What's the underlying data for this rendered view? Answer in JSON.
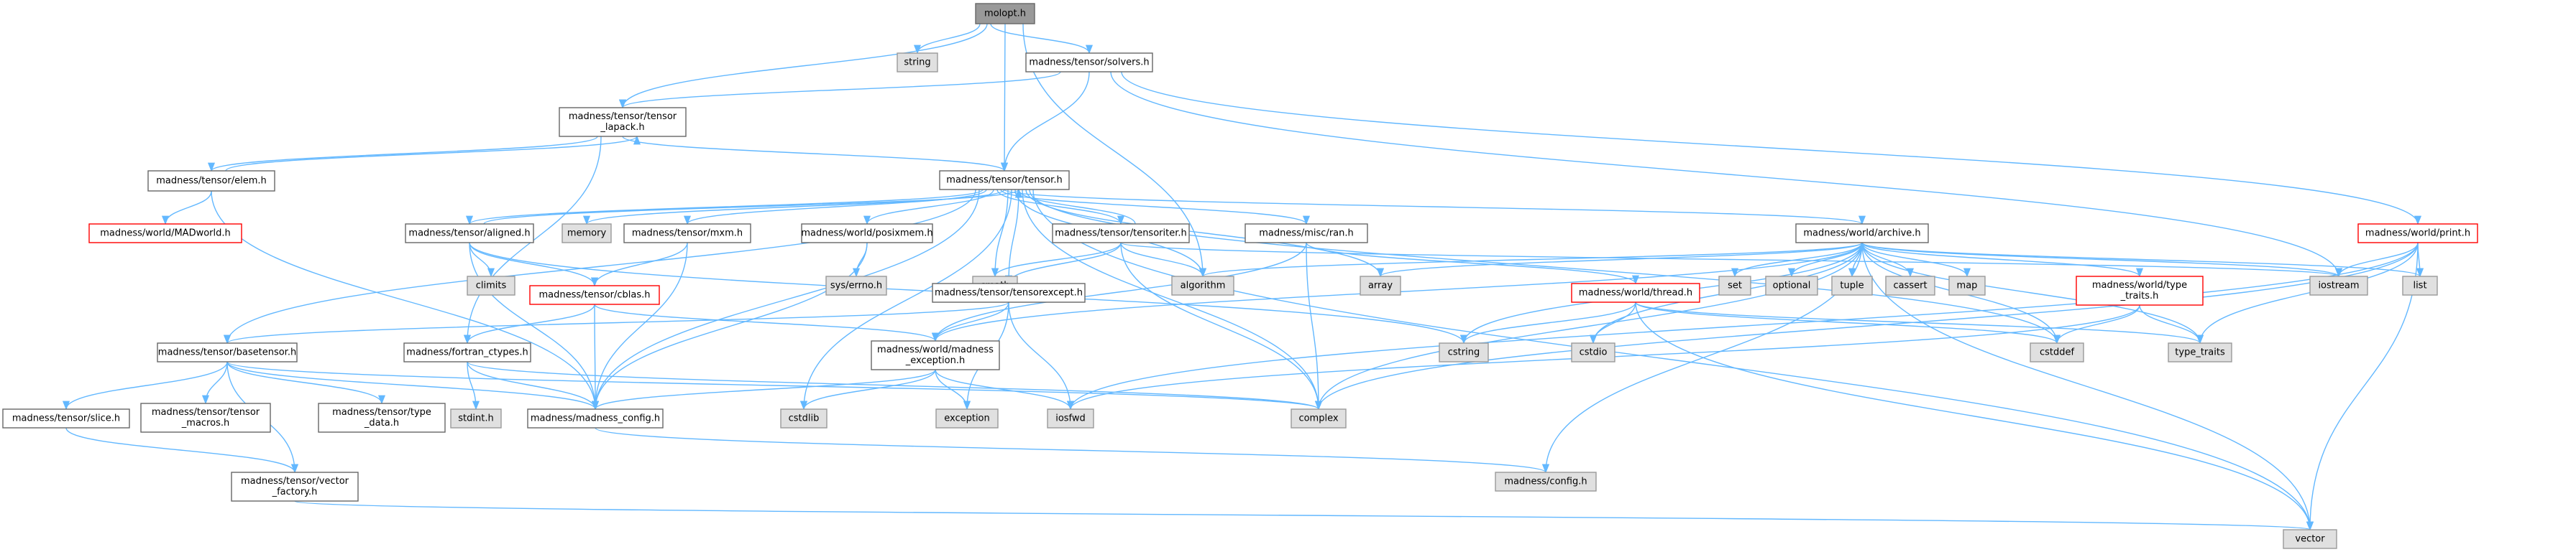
{
  "graph": {
    "type": "include-dependency-graph",
    "colors": {
      "edge": "#63b8ff",
      "node_fill": "#ffffff",
      "node_border": "#666666",
      "root_fill": "#999999",
      "root_border": "#666666",
      "external_fill": "#e0e0e0",
      "external_border": "#999999",
      "truncated_border": "#ff0000",
      "text": "#000000"
    },
    "nodes": [
      {
        "id": "molopt",
        "lines": [
          "molopt.h"
        ],
        "kind": "root"
      },
      {
        "id": "string",
        "lines": [
          "string"
        ],
        "kind": "external"
      },
      {
        "id": "solvers",
        "lines": [
          "madness/tensor/solvers.h"
        ],
        "kind": "normal"
      },
      {
        "id": "tlapack",
        "lines": [
          "madness/tensor/tensor",
          "_lapack.h"
        ],
        "kind": "normal"
      },
      {
        "id": "elem",
        "lines": [
          "madness/tensor/elem.h"
        ],
        "kind": "normal"
      },
      {
        "id": "madworld",
        "lines": [
          "madness/world/MADworld.h"
        ],
        "kind": "truncated"
      },
      {
        "id": "tensor",
        "lines": [
          "madness/tensor/tensor.h"
        ],
        "kind": "normal"
      },
      {
        "id": "aligned",
        "lines": [
          "madness/tensor/aligned.h"
        ],
        "kind": "normal"
      },
      {
        "id": "memory",
        "lines": [
          "memory"
        ],
        "kind": "external"
      },
      {
        "id": "mxm",
        "lines": [
          "madness/tensor/mxm.h"
        ],
        "kind": "normal"
      },
      {
        "id": "posixmem",
        "lines": [
          "madness/world/posixmem.h"
        ],
        "kind": "normal"
      },
      {
        "id": "tensoriter",
        "lines": [
          "madness/tensor/tensoriter.h"
        ],
        "kind": "normal"
      },
      {
        "id": "ran",
        "lines": [
          "madness/misc/ran.h"
        ],
        "kind": "normal"
      },
      {
        "id": "archive",
        "lines": [
          "madness/world/archive.h"
        ],
        "kind": "normal"
      },
      {
        "id": "print",
        "lines": [
          "madness/world/print.h"
        ],
        "kind": "truncated"
      },
      {
        "id": "climits",
        "lines": [
          "climits"
        ],
        "kind": "external"
      },
      {
        "id": "cblas",
        "lines": [
          "madness/tensor/cblas.h"
        ],
        "kind": "truncated"
      },
      {
        "id": "syserrno",
        "lines": [
          "sys/errno.h"
        ],
        "kind": "external"
      },
      {
        "id": "cmath",
        "lines": [
          "cmath"
        ],
        "kind": "external"
      },
      {
        "id": "algorithm",
        "lines": [
          "algorithm"
        ],
        "kind": "external"
      },
      {
        "id": "tensorexcept",
        "lines": [
          "madness/tensor/tensorexcept.h"
        ],
        "kind": "normal"
      },
      {
        "id": "array",
        "lines": [
          "array"
        ],
        "kind": "external"
      },
      {
        "id": "thread",
        "lines": [
          "madness/world/thread.h"
        ],
        "kind": "truncated"
      },
      {
        "id": "set",
        "lines": [
          "set"
        ],
        "kind": "external"
      },
      {
        "id": "optional",
        "lines": [
          "optional"
        ],
        "kind": "external"
      },
      {
        "id": "tuple",
        "lines": [
          "tuple"
        ],
        "kind": "external"
      },
      {
        "id": "cassert",
        "lines": [
          "cassert"
        ],
        "kind": "external"
      },
      {
        "id": "map",
        "lines": [
          "map"
        ],
        "kind": "external"
      },
      {
        "id": "typetraits_h",
        "lines": [
          "madness/world/type",
          "_traits.h"
        ],
        "kind": "truncated"
      },
      {
        "id": "iostream",
        "lines": [
          "iostream"
        ],
        "kind": "external"
      },
      {
        "id": "list",
        "lines": [
          "list"
        ],
        "kind": "external"
      },
      {
        "id": "basetensor",
        "lines": [
          "madness/tensor/basetensor.h"
        ],
        "kind": "normal"
      },
      {
        "id": "fortran",
        "lines": [
          "madness/fortran_ctypes.h"
        ],
        "kind": "normal"
      },
      {
        "id": "madexcept",
        "lines": [
          "madness/world/madness",
          "_exception.h"
        ],
        "kind": "normal"
      },
      {
        "id": "cstring",
        "lines": [
          "cstring"
        ],
        "kind": "external"
      },
      {
        "id": "cstdio",
        "lines": [
          "cstdio"
        ],
        "kind": "external"
      },
      {
        "id": "cstddef",
        "lines": [
          "cstddef"
        ],
        "kind": "external"
      },
      {
        "id": "type_traits",
        "lines": [
          "type_traits"
        ],
        "kind": "external"
      },
      {
        "id": "slice",
        "lines": [
          "madness/tensor/slice.h"
        ],
        "kind": "normal"
      },
      {
        "id": "tmacros",
        "lines": [
          "madness/tensor/tensor",
          "_macros.h"
        ],
        "kind": "normal"
      },
      {
        "id": "typedata",
        "lines": [
          "madness/tensor/type",
          "_data.h"
        ],
        "kind": "normal"
      },
      {
        "id": "stdint",
        "lines": [
          "stdint.h"
        ],
        "kind": "external"
      },
      {
        "id": "madconfig",
        "lines": [
          "madness/madness_config.h"
        ],
        "kind": "normal"
      },
      {
        "id": "cstdlib",
        "lines": [
          "cstdlib"
        ],
        "kind": "external"
      },
      {
        "id": "exception",
        "lines": [
          "exception"
        ],
        "kind": "external"
      },
      {
        "id": "iosfwd",
        "lines": [
          "iosfwd"
        ],
        "kind": "external"
      },
      {
        "id": "complex",
        "lines": [
          "complex"
        ],
        "kind": "external"
      },
      {
        "id": "vfactory",
        "lines": [
          "madness/tensor/vector",
          "_factory.h"
        ],
        "kind": "normal"
      },
      {
        "id": "config",
        "lines": [
          "madness/config.h"
        ],
        "kind": "external"
      },
      {
        "id": "vector",
        "lines": [
          "vector"
        ],
        "kind": "external"
      }
    ],
    "edges": [
      [
        "molopt",
        "string"
      ],
      [
        "molopt",
        "solvers"
      ],
      [
        "molopt",
        "tlapack"
      ],
      [
        "molopt",
        "tensor"
      ],
      [
        "molopt",
        "algorithm"
      ],
      [
        "solvers",
        "tlapack"
      ],
      [
        "solvers",
        "tensor"
      ],
      [
        "solvers",
        "print"
      ],
      [
        "solvers",
        "iostream"
      ],
      [
        "tlapack",
        "tensor"
      ],
      [
        "tlapack",
        "fortran"
      ],
      [
        "tlapack",
        "elem"
      ],
      [
        "elem",
        "tlapack"
      ],
      [
        "elem",
        "madworld"
      ],
      [
        "elem",
        "madconfig"
      ],
      [
        "tensor",
        "madconfig"
      ],
      [
        "tensor",
        "basetensor"
      ],
      [
        "tensor",
        "aligned"
      ],
      [
        "tensor",
        "memory"
      ],
      [
        "tensor",
        "mxm"
      ],
      [
        "tensor",
        "posixmem"
      ],
      [
        "tensor",
        "tensoriter"
      ],
      [
        "tensor",
        "ran"
      ],
      [
        "tensor",
        "archive"
      ],
      [
        "tensor",
        "cmath"
      ],
      [
        "tensor",
        "cstdlib"
      ],
      [
        "tensor",
        "tensorexcept"
      ],
      [
        "tensor",
        "complex"
      ],
      [
        "tensor",
        "array"
      ],
      [
        "tensor",
        "cstddef"
      ],
      [
        "tensor",
        "vector"
      ],
      [
        "tensor",
        "algorithm"
      ],
      [
        "aligned",
        "tensor"
      ],
      [
        "aligned",
        "climits"
      ],
      [
        "aligned",
        "cblas"
      ],
      [
        "aligned",
        "madconfig"
      ],
      [
        "aligned",
        "cstring"
      ],
      [
        "mxm",
        "madconfig"
      ],
      [
        "mxm",
        "cblas"
      ],
      [
        "posixmem",
        "madconfig"
      ],
      [
        "posixmem",
        "syserrno"
      ],
      [
        "tensoriter",
        "tensor"
      ],
      [
        "tensoriter",
        "tensorexcept"
      ],
      [
        "tensoriter",
        "complex"
      ],
      [
        "tensoriter",
        "iostream"
      ],
      [
        "tensoriter",
        "algorithm"
      ],
      [
        "tensoriter",
        "cmath"
      ],
      [
        "ran",
        "madexcept"
      ],
      [
        "ran",
        "complex"
      ],
      [
        "ran",
        "thread"
      ],
      [
        "archive",
        "algorithm"
      ],
      [
        "archive",
        "array"
      ],
      [
        "archive",
        "cassert"
      ],
      [
        "archive",
        "complex"
      ],
      [
        "archive",
        "cstddef"
      ],
      [
        "archive",
        "cstdio"
      ],
      [
        "archive",
        "iostream"
      ],
      [
        "archive",
        "list"
      ],
      [
        "archive",
        "map"
      ],
      [
        "archive",
        "optional"
      ],
      [
        "archive",
        "set"
      ],
      [
        "archive",
        "tuple"
      ],
      [
        "archive",
        "type_traits"
      ],
      [
        "archive",
        "vector"
      ],
      [
        "archive",
        "config"
      ],
      [
        "archive",
        "madexcept"
      ],
      [
        "archive",
        "typetraits_h"
      ],
      [
        "archive",
        "cstring"
      ],
      [
        "print",
        "iostream"
      ],
      [
        "print",
        "list"
      ],
      [
        "print",
        "complex"
      ],
      [
        "print",
        "type_traits"
      ],
      [
        "print",
        "vector"
      ],
      [
        "print",
        "iosfwd"
      ],
      [
        "cblas",
        "fortran"
      ],
      [
        "cblas",
        "madexcept"
      ],
      [
        "cblas",
        "madconfig"
      ],
      [
        "tensorexcept",
        "madexcept"
      ],
      [
        "tensorexcept",
        "exception"
      ],
      [
        "tensorexcept",
        "iosfwd"
      ],
      [
        "tensorexcept",
        "basetensor"
      ],
      [
        "thread",
        "cstddef"
      ],
      [
        "thread",
        "cstring"
      ],
      [
        "thread",
        "cstdio"
      ],
      [
        "thread",
        "type_traits"
      ],
      [
        "thread",
        "vector"
      ],
      [
        "typetraits_h",
        "cstddef"
      ],
      [
        "typetraits_h",
        "iosfwd"
      ],
      [
        "typetraits_h",
        "type_traits"
      ],
      [
        "basetensor",
        "madconfig"
      ],
      [
        "basetensor",
        "complex"
      ],
      [
        "basetensor",
        "slice"
      ],
      [
        "basetensor",
        "tmacros"
      ],
      [
        "basetensor",
        "typedata"
      ],
      [
        "basetensor",
        "vfactory"
      ],
      [
        "fortran",
        "madconfig"
      ],
      [
        "fortran",
        "stdint"
      ],
      [
        "fortran",
        "complex"
      ],
      [
        "madexcept",
        "madconfig"
      ],
      [
        "madexcept",
        "exception"
      ],
      [
        "madexcept",
        "iosfwd"
      ],
      [
        "madexcept",
        "cstdlib"
      ],
      [
        "madconfig",
        "config"
      ],
      [
        "slice",
        "vfactory"
      ],
      [
        "vfactory",
        "vector"
      ]
    ]
  }
}
